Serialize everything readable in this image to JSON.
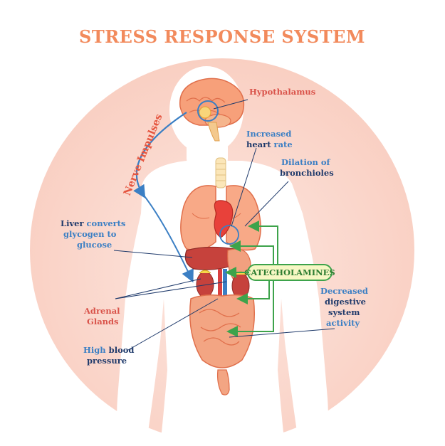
{
  "title": "STRESS RESPONSE SYSTEM",
  "labels": {
    "hypothalamus": "Hypothalamus",
    "nerve_impulses": "Nerve Impulses",
    "heart_rate_1": "Increased",
    "heart_rate_2a": "heart",
    "heart_rate_2b": "rate",
    "bronch_1": "Dilation of",
    "bronch_2": "bronchioles",
    "liver_1a": "Liver",
    "liver_1b": "converts",
    "liver_2": "glycogen to",
    "liver_3": "glucose",
    "catecholamines": "CATECHOLAMINES",
    "adrenal_1": "Adrenal",
    "adrenal_2": "Glands",
    "digest_1": "Decreased",
    "digest_2": "digestive",
    "digest_3": "system",
    "digest_4": "activity",
    "bp_1a": "High",
    "bp_1b": "blood",
    "bp_2": "pressure"
  },
  "colors": {
    "title": "#f28a5c",
    "background_circle": "#fbd9cf",
    "silhouette": "#ffffff",
    "label_red": "#d9534a",
    "label_blue": "#3b7fc4",
    "label_navy": "#1f3a6b",
    "arrow_green": "#3da34b",
    "catecholamines_fill": "#f7f7c4"
  }
}
